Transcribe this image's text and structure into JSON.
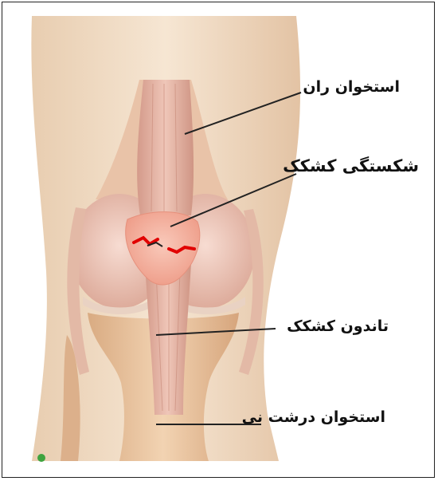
{
  "labels": {
    "femur": "استخوان ران",
    "patella_fracture": "شکستگی کشکک",
    "patellar_tendon": "تاندون کشکک",
    "tibia": "استخوان درشت نی"
  },
  "colors": {
    "skin": "#f3ddc5",
    "bone": "#ecc8a3",
    "cartilage": "#efc7bd",
    "tendon": "#d9a99a",
    "fracture": "#e10000",
    "patella": "#f5b7a6",
    "leader_line": "#222222"
  }
}
